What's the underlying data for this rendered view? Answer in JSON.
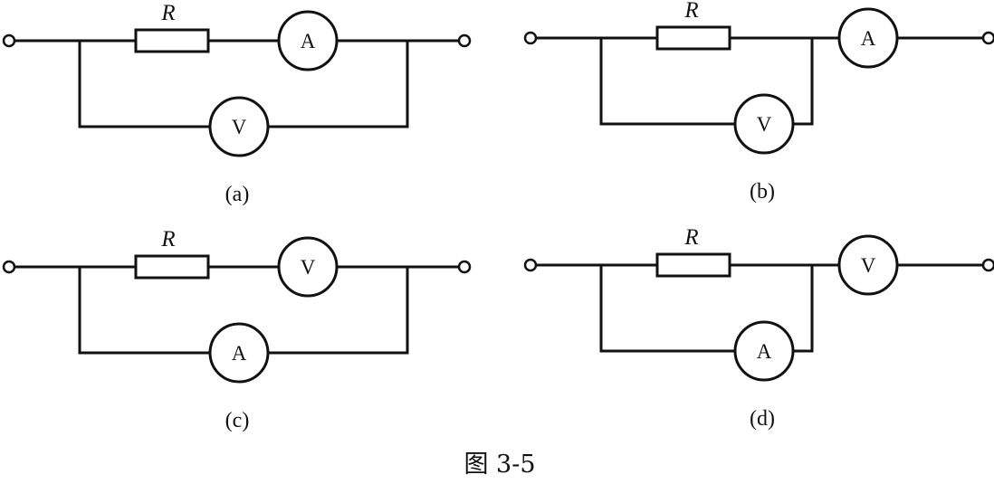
{
  "figure": {
    "caption": "图 3-5"
  },
  "circuits": [
    {
      "id": "a",
      "caption": "(a)",
      "resistor_label": "R",
      "series_meter": "A",
      "parallel_meter": "V"
    },
    {
      "id": "b",
      "caption": "(b)",
      "resistor_label": "R",
      "series_meter": "A",
      "parallel_meter": "V"
    },
    {
      "id": "c",
      "caption": "(c)",
      "resistor_label": "R",
      "series_meter": "V",
      "parallel_meter": "A"
    },
    {
      "id": "d",
      "caption": "(d)",
      "resistor_label": "R",
      "series_meter": "V",
      "parallel_meter": "A"
    }
  ]
}
